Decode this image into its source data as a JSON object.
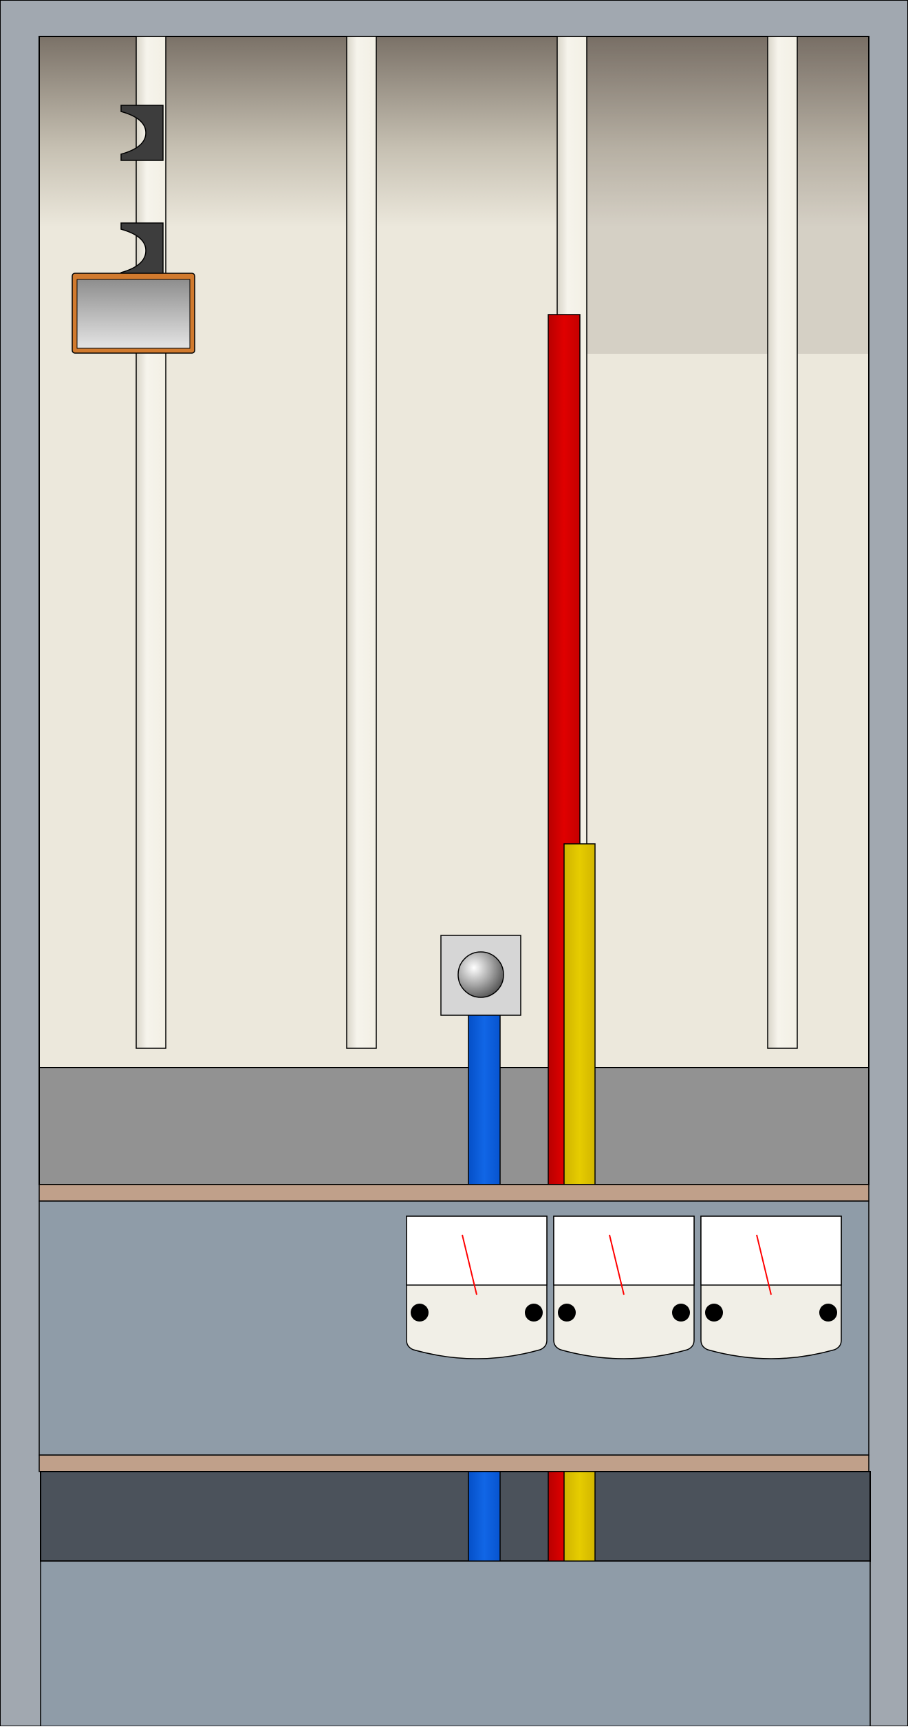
{
  "diagram": {
    "kind": "electrical-distribution-cabinet",
    "colors": {
      "frame": "#a1a8b0",
      "back_wall": "#ece8dc",
      "shadow_top": "#7b7268",
      "rail": "#f3f1e8",
      "rail_shade": "#cfcbc0",
      "mounting_strip": "#929292",
      "copper_strip": "#c0a08a",
      "meter_panel": "#8f9ca8",
      "cable_duct": "#4b525b",
      "lower_panel": "#8f9ca8",
      "wire_blue": "#0a5cdc",
      "wire_red": "#d20000",
      "wire_yellow": "#dcc000",
      "clip": "#3d3d3d",
      "label_frame": "#d17a2e",
      "label_fill": "#b5b5b5",
      "knob_box": "#d6d6d6",
      "meter_face": "#ffffff",
      "meter_bottom": "#f1efe7",
      "needle": "#ff0000",
      "terminal": "#000000"
    },
    "rail_count": 4,
    "clip_count": 2,
    "meter_count": 3,
    "wires": [
      "blue",
      "red",
      "yellow"
    ]
  }
}
